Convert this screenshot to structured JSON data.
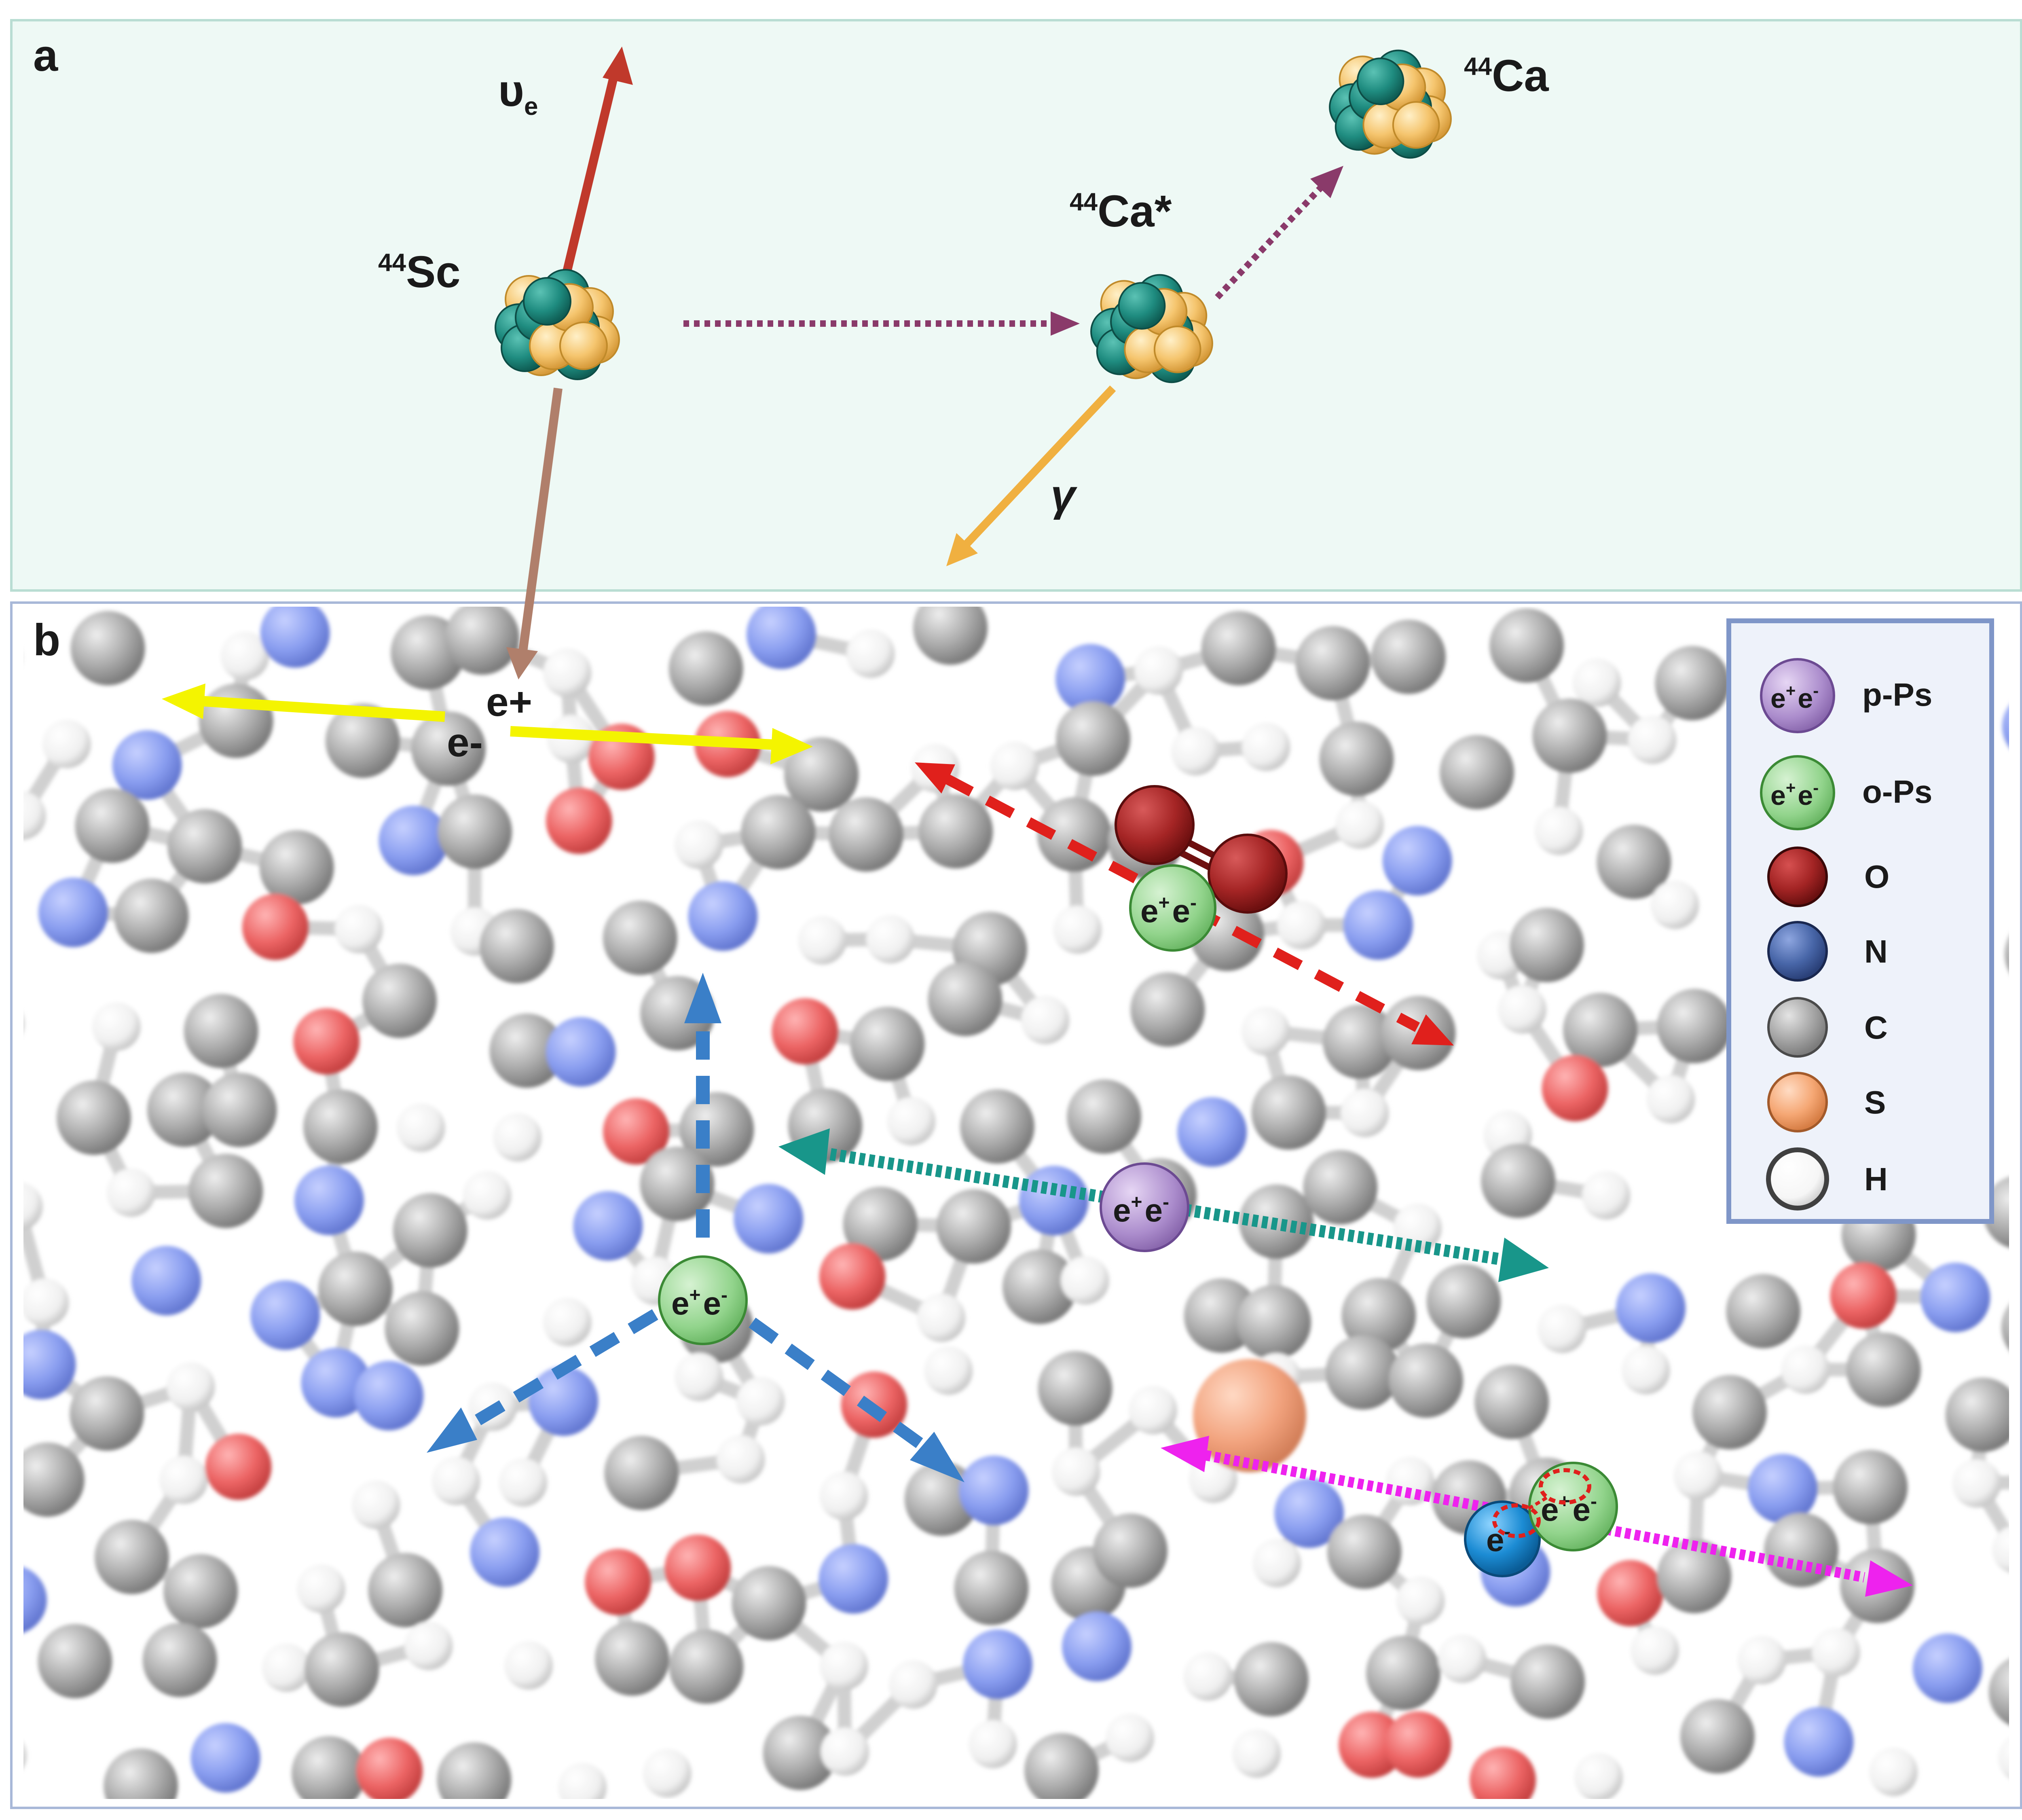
{
  "panel_a": {
    "letter": "a",
    "nuclide_parent_mass": "44",
    "nuclide_parent": "Sc",
    "nuclide_excited_mass": "44",
    "nuclide_excited": "Ca*",
    "nuclide_ground_mass": "44",
    "nuclide_ground": "Ca",
    "neutrino_symbol": "υ",
    "neutrino_sub": "e",
    "gamma_symbol": "γ"
  },
  "panel_b": {
    "letter": "b",
    "positron_label": "e+",
    "electron_label": "e-",
    "ps_pos": "e",
    "ps_pos_sup": "+",
    "ps_ele": "e",
    "ps_ele_sup": "-",
    "free_electron": "e",
    "free_electron_sup": "-"
  },
  "legend": {
    "items": [
      {
        "label": "p-Ps"
      },
      {
        "label": "o-Ps"
      },
      {
        "label": "O"
      },
      {
        "label": "N"
      },
      {
        "label": "C"
      },
      {
        "label": "S"
      },
      {
        "label": "H"
      }
    ]
  },
  "colors": {
    "panel_a_bg": "#eef9f5",
    "panel_a_border": "#b9ddd3",
    "panel_b_border": "#a8b8d8",
    "legend_bg": "#eef2fa",
    "legend_border": "#7f96c8",
    "oxygen": "#e86464",
    "nitrogen": "#8aa0f2",
    "carbon": "#a8a8a8",
    "hydrogen": "#f4f4f4",
    "sulfur": "#f2a37e",
    "o_ps": "#8ccf86",
    "p_ps": "#a98ac8",
    "teal_nucleon": "#1f8c80",
    "gold_nucleon": "#f3c26c",
    "neutrino_arrow": "#c0392b",
    "gamma_arrow": "#f0b040",
    "positron_arrow": "#b07f6b",
    "decay_arrow": "#8a3a6a",
    "yellow_arrow": "#f4f400",
    "red_arrow": "#e0201c",
    "teal_arrow": "#18968a",
    "blue_arrow": "#3a7fc8",
    "magenta_arrow": "#ee22ee"
  }
}
